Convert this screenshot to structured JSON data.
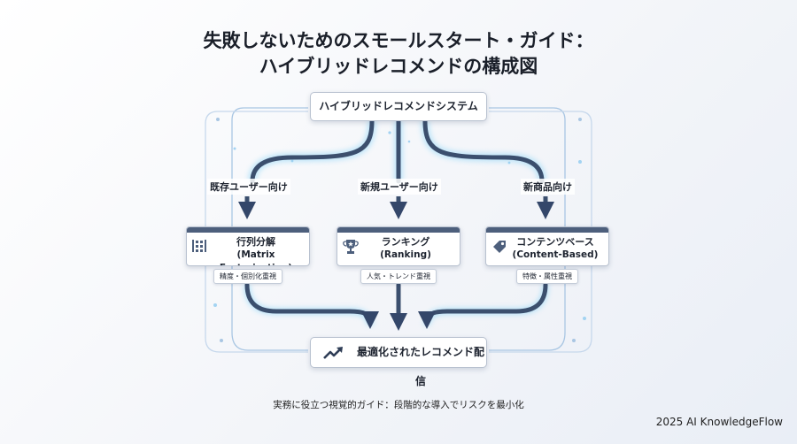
{
  "title": {
    "line1": "失敗しないためのスモールスタート・ガイド：",
    "line2": "ハイブリッドレコメンドの構成図"
  },
  "top_node": {
    "label": "ハイブリッドレコメンドシステム"
  },
  "branches": [
    {
      "label": "既存ユーザー向け"
    },
    {
      "label": "新規ユーザー向け"
    },
    {
      "label": "新商品向け"
    }
  ],
  "cards": [
    {
      "title": "行列分解",
      "subtitle": "(Matrix Factorization)",
      "tag": "精度・個別化重視",
      "icon": "matrix-grid-icon"
    },
    {
      "title": "ランキング",
      "subtitle": "(Ranking)",
      "tag": "人気・トレンド重視",
      "icon": "trophy-icon"
    },
    {
      "title": "コンテンツベース",
      "subtitle": "(Content-Based)",
      "tag": "特徴・属性重視",
      "icon": "tag-icon"
    }
  ],
  "bottom_node": {
    "label": "最適化されたレコメンド配信",
    "icon": "trend-up-icon"
  },
  "footnote": "実務に役立つ視覚的ガイド：段階的な導入でリスクを最小化",
  "credit": "2025 AI KnowledgeFlow",
  "colors": {
    "wire": "#3b4f6e",
    "glow": "#5ab8ec",
    "accent": "#4d5f7c"
  }
}
